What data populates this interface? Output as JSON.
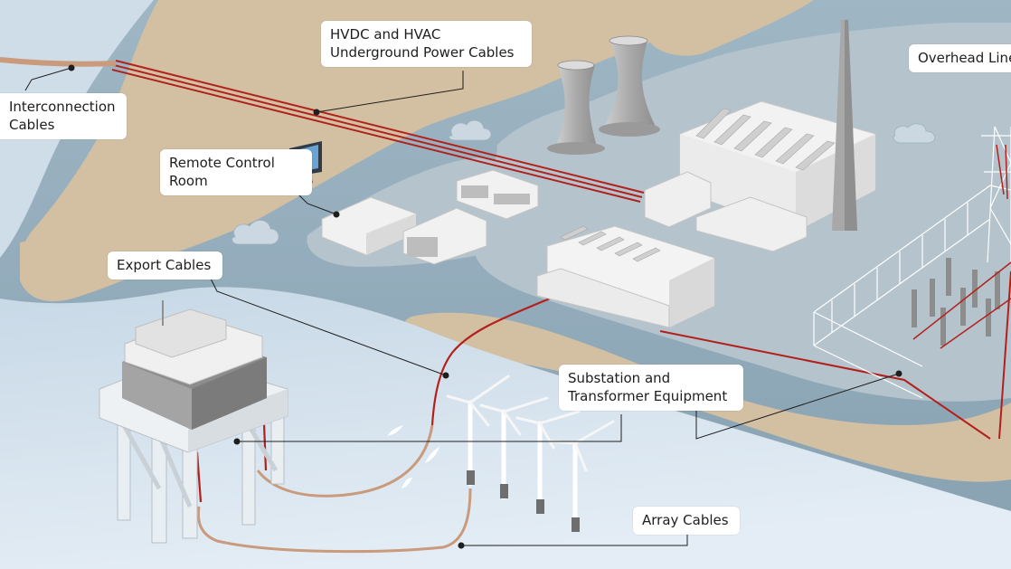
{
  "labels": {
    "interconnection": "Interconnection\nCables",
    "hvdc": "HVDC and HVAC\nUnderground Power Cables",
    "remote": "Remote Control\nRoom",
    "export": "Export Cables",
    "overhead": "Overhead Line",
    "substation": "Substation and\nTransformer Equipment",
    "array": "Array Cables"
  },
  "colors": {
    "sea_dark": "#8fa9b8",
    "sea_light": "#d5e3ef",
    "land": "#d2bea1",
    "cable_red": "#b3201c",
    "cable_copper": "#c99a7c",
    "building": "#f1f1f1"
  }
}
